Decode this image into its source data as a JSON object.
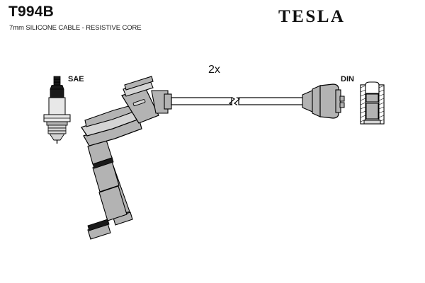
{
  "header": {
    "part_number": "T994B",
    "subtitle": "7mm SILICONE CABLE - RESISTIVE CORE",
    "brand": "TESLA"
  },
  "diagram": {
    "quantity_label": "2x",
    "spark_plug_standard_label": "SAE",
    "distributor_standard_label": "DIN",
    "colors": {
      "outline": "#000000",
      "metal_fill": "#b3b3b3",
      "light_fill": "#d4d4d4",
      "dark_fill": "#1a1a1a",
      "background": "#ffffff"
    },
    "components": [
      {
        "name": "spark-plug",
        "label": "SAE"
      },
      {
        "name": "spark-plug-boot",
        "label": ""
      },
      {
        "name": "ignition-cable",
        "label": ""
      },
      {
        "name": "cable-break-symbol",
        "label": ""
      },
      {
        "name": "distributor-connector",
        "label": "DIN"
      },
      {
        "name": "distributor-terminal-socket",
        "label": "DIN"
      }
    ]
  }
}
